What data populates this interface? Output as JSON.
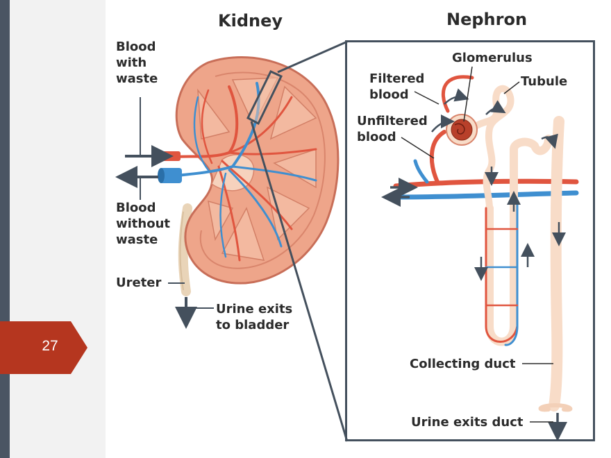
{
  "slide": {
    "page_number": "27"
  },
  "titles": {
    "kidney": "Kidney",
    "nephron": "Nephron"
  },
  "kidney_labels": {
    "blood_with_waste": "Blood\nwith\nwaste",
    "blood_without_waste": "Blood\nwithout\nwaste",
    "ureter": "Ureter",
    "urine_exits_to_bladder": "Urine exits\nto bladder"
  },
  "nephron_labels": {
    "glomerulus": "Glomerulus",
    "filtered_blood": "Filtered\nblood",
    "tubule": "Tubule",
    "unfiltered_blood": "Unfiltered\nblood",
    "collecting_duct": "Collecting duct",
    "urine_exits_duct": "Urine exits duct"
  },
  "colors": {
    "artery": "#e0553f",
    "vein": "#3f8fd0",
    "kidney_tissue": "#eea58a",
    "tubule": "#f8dcc8",
    "frame": "#44505d",
    "badge": "#b5361f",
    "label_text": "#2b2b2b"
  }
}
